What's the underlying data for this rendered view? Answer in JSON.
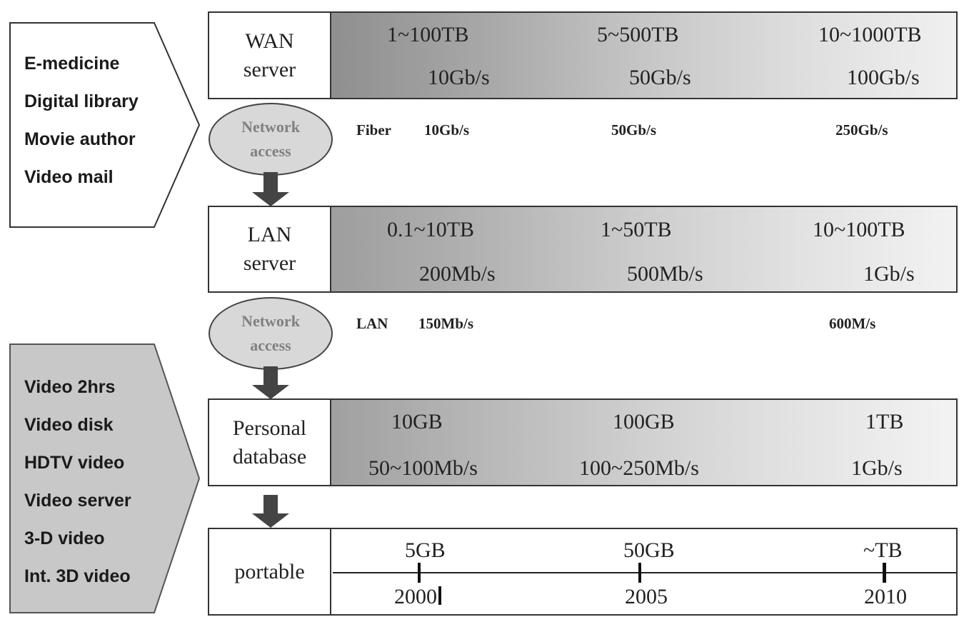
{
  "applications_top": [
    "E-medicine",
    "Digital library",
    "Movie author",
    "Video mail"
  ],
  "applications_bottom": [
    "Video 2hrs",
    "Video disk",
    "HDTV video",
    "Video server",
    "3-D video",
    "Int. 3D video"
  ],
  "colors": {
    "top_callout_fill": "#ffffff",
    "bottom_callout_fill": "#c8c8c8",
    "border": "#333333",
    "arrow": "#444444",
    "ellipse_fill": "#d8d8d8"
  },
  "network_access": {
    "line1": "Network",
    "line2": "access"
  },
  "tiers": {
    "wan": {
      "label1": "WAN",
      "label2": "server",
      "capacity": [
        "1~100TB",
        "5~500TB",
        "10~1000TB"
      ],
      "speed": [
        "10Gb/s",
        "50Gb/s",
        "100Gb/s"
      ]
    },
    "lan": {
      "label1": "LAN",
      "label2": "server",
      "capacity": [
        "0.1~10TB",
        "1~50TB",
        "10~100TB"
      ],
      "speed": [
        "200Mb/s",
        "500Mb/s",
        "1Gb/s"
      ]
    },
    "personal": {
      "label1": "Personal",
      "label2": "database",
      "capacity": [
        "10GB",
        "100GB",
        "1TB"
      ],
      "speed": [
        "50~100Mb/s",
        "100~250Mb/s",
        "1Gb/s"
      ]
    },
    "portable": {
      "label": "portable",
      "capacity": [
        "5GB",
        "50GB",
        "~TB"
      ],
      "years": [
        "2000",
        "2005",
        "2010"
      ]
    }
  },
  "fiber_row": {
    "label": "Fiber",
    "values": [
      "10Gb/s",
      "50Gb/s",
      "250Gb/s"
    ]
  },
  "lan_row": {
    "label": "LAN",
    "values": [
      "150Mb/s",
      "600M/s"
    ]
  }
}
